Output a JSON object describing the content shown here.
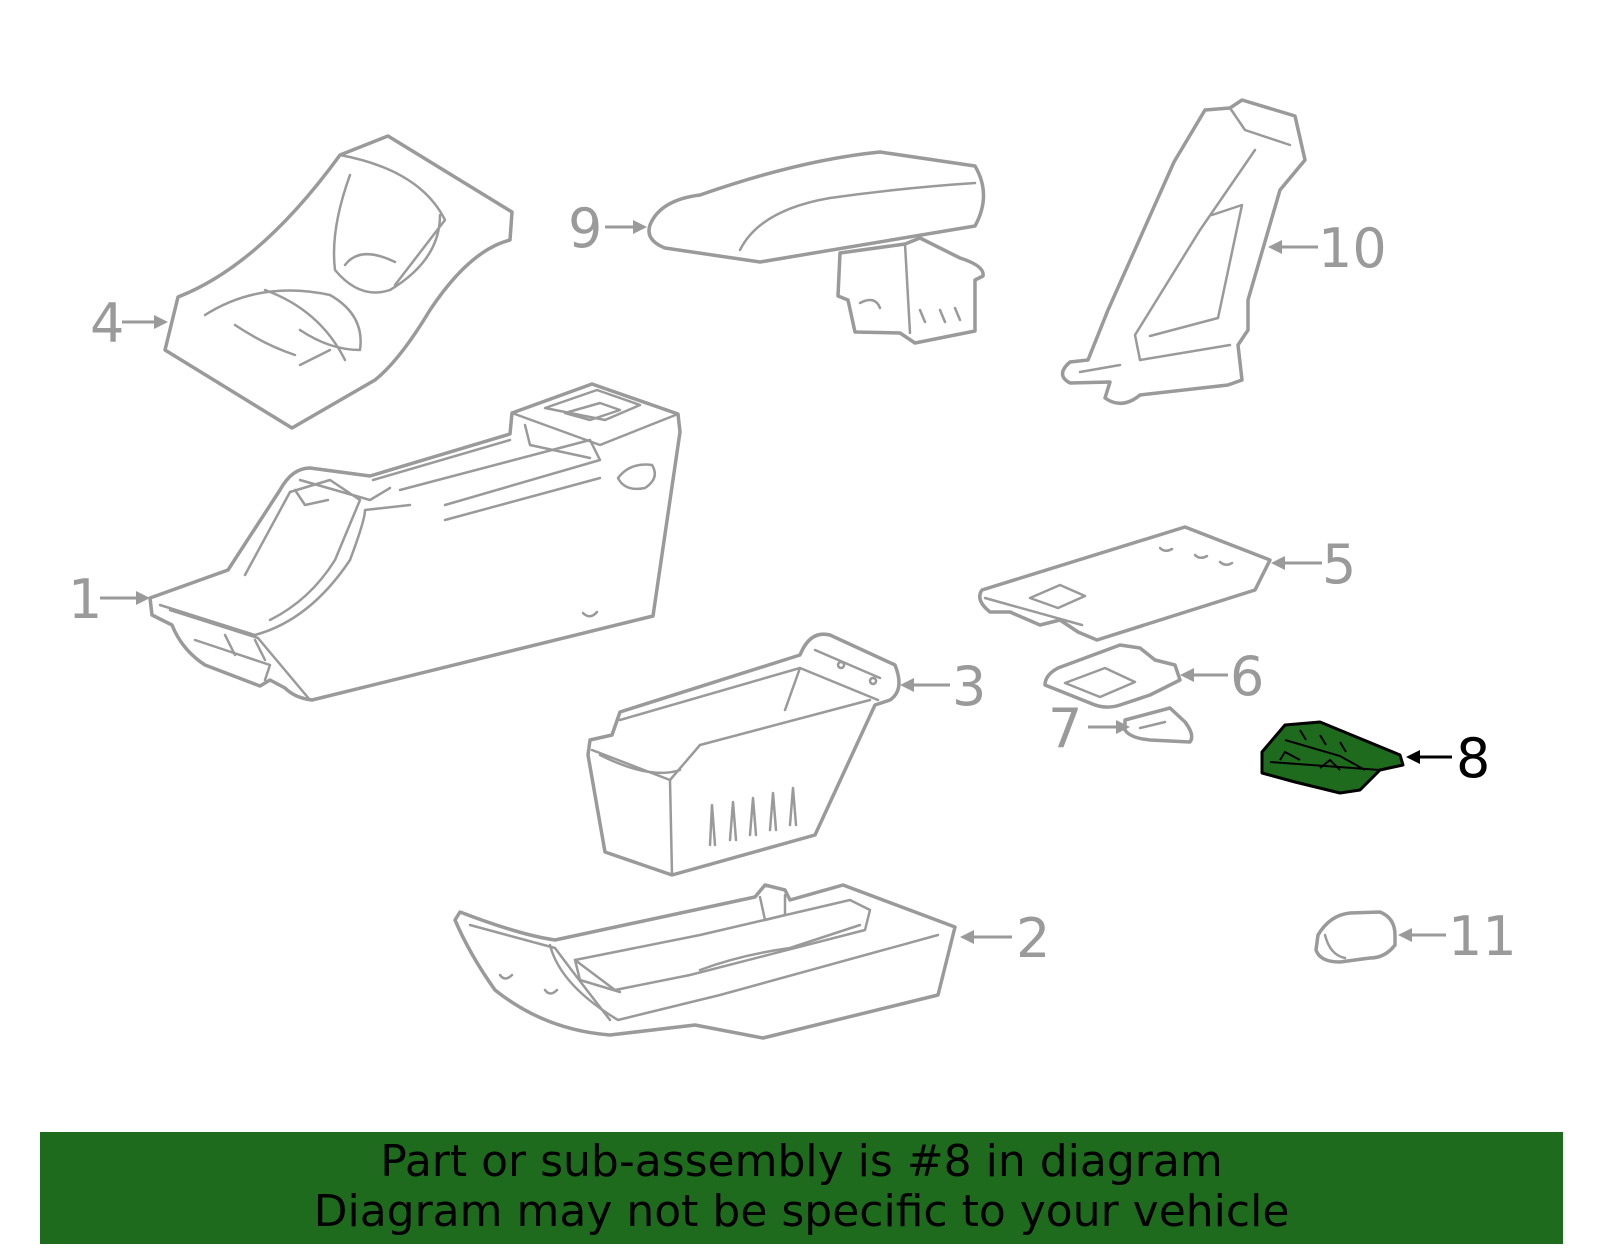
{
  "callouts": {
    "c1": "1",
    "c2": "2",
    "c3": "3",
    "c4": "4",
    "c5": "5",
    "c6": "6",
    "c7": "7",
    "c8": "8",
    "c9": "9",
    "c10": "10",
    "c11": "11"
  },
  "highlighted_part": "8",
  "colors": {
    "highlight": "#1e6b1e",
    "line": "#9a9a9a",
    "banner": "#1e6b1e"
  },
  "banner": {
    "line1": "Part or sub-assembly is #8 in diagram",
    "line2": "Diagram may not be specific to your vehicle"
  }
}
